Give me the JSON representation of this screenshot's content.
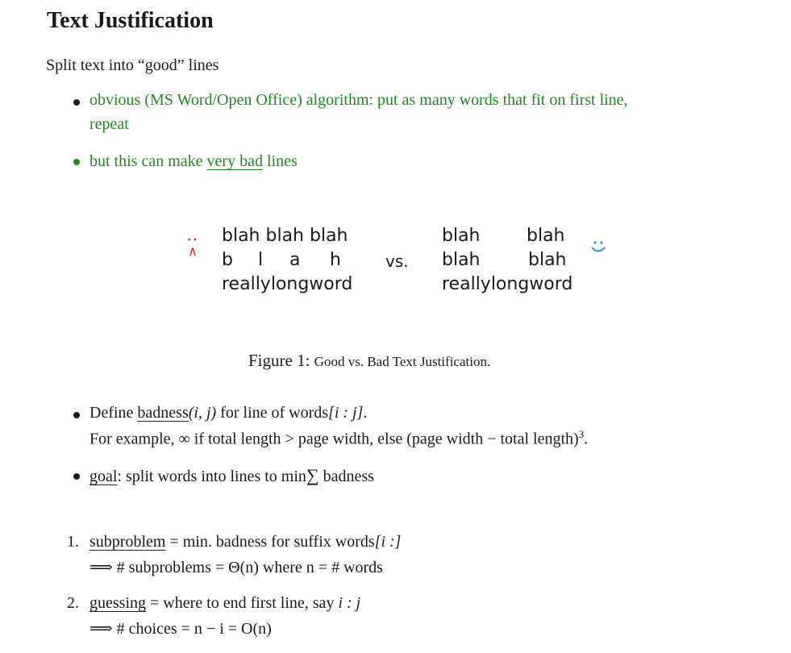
{
  "title": "Text Justification",
  "intro": "Split text into “good” lines",
  "bullets_top": [
    {
      "text": "obvious (MS Word/Open Office) algorithm: put as many words that fit on first line,",
      "cont": "repeat"
    },
    {
      "prefix": "but this can make ",
      "underlined": "very bad",
      "suffix": " lines"
    }
  ],
  "figure": {
    "bad_lines": {
      "line1": "blah blah blah",
      "line2_letters": [
        "b",
        "l",
        "a",
        "h"
      ],
      "line3": "reallylongword"
    },
    "vs_label": "vs.",
    "good_lines": {
      "line1": [
        "blah",
        "blah"
      ],
      "line2": [
        "blah",
        "blah"
      ],
      "line3": "reallylongword"
    },
    "sad_face": ":^",
    "happy_face": ":)",
    "caption_label": "Figure 1:",
    "caption_text": "Good vs. Bad Text Justification."
  },
  "bullets_mid": [
    {
      "pre": "Define ",
      "underlined": "badness",
      "args": "(i, j)",
      "mid": " for line of words",
      "range": "[i : j]",
      "end": ".",
      "line2_pre": "For example, ∞ if total length > page width, else (page width − total length)",
      "line2_sup": "3",
      "line2_end": "."
    },
    {
      "underlined": "goal",
      "text": ": split words into lines to min",
      "sum": "∑",
      "end": " badness"
    }
  ],
  "steps": [
    {
      "num": "1.",
      "underlined": "subproblem",
      "text": " = min. badness for suffix words",
      "range": "[i :]",
      "arrow": "⟹",
      "line2": " # subproblems = Θ(n) where n = # words"
    },
    {
      "num": "2.",
      "underlined": "guessing",
      "text": " = where to end first line, say ",
      "range": "i : j",
      "arrow": "⟹",
      "line2": " # choices = n − i = O(n)"
    }
  ]
}
